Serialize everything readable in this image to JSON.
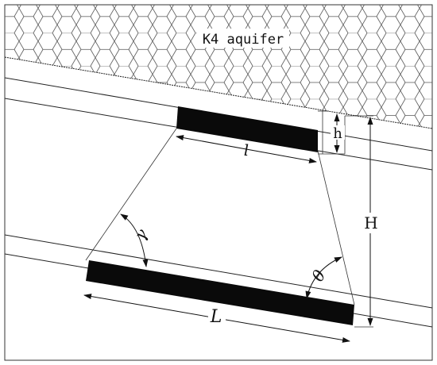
{
  "layer_label": "K4 aquifer",
  "labels": {
    "h": "h",
    "l": "l",
    "H": "H",
    "L": "L",
    "gamma": "γ",
    "theta": "θ"
  },
  "colors": {
    "seam": "#0a0a0a",
    "line": "#222222",
    "hatch": "#555555",
    "background": "#ffffff"
  }
}
